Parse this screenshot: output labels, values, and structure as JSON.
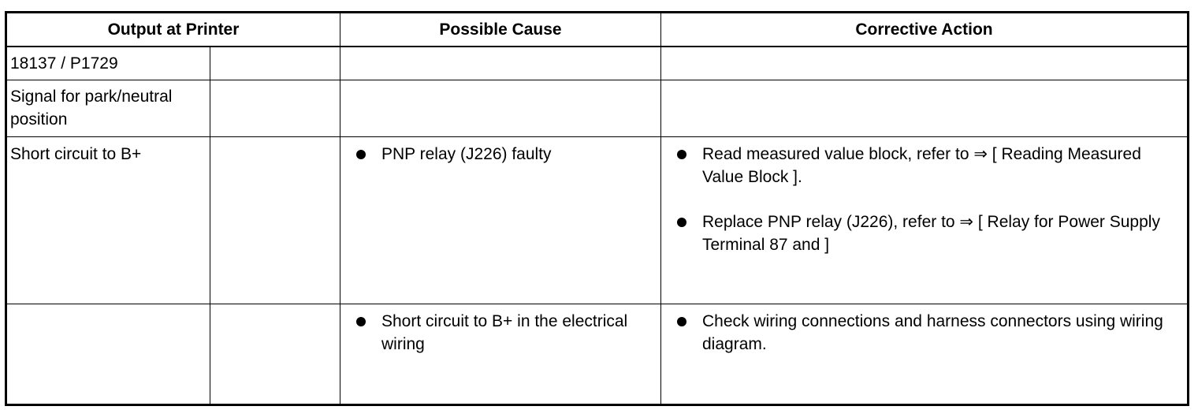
{
  "header": {
    "output": "Output at Printer",
    "cause": "Possible Cause",
    "action": "Corrective Action"
  },
  "rows": {
    "code": "18137 / P1729",
    "signal": "Signal for park/neutral position",
    "short_fault": "Short circuit to B+"
  },
  "causes": [
    "PNP relay (J226) faulty",
    "Short circuit to B+ in the electrical wiring"
  ],
  "actions": [
    "Read measured value block, refer to ⇒ [ Reading Measured Value Block ].",
    "Replace PNP relay (J226), refer to ⇒ [ Relay for Power Supply Terminal 87 and ]",
    "Check wiring connections and harness connectors using wiring diagram."
  ]
}
